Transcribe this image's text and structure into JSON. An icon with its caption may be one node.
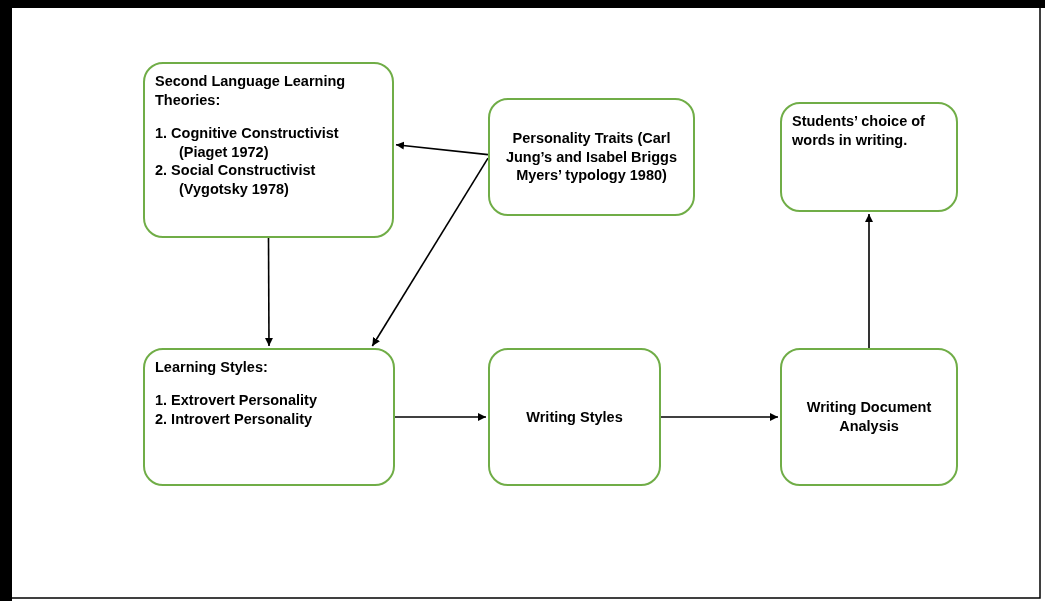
{
  "diagram": {
    "nodes": [
      {
        "text": [
          "Second Language Learning Theories:",
          "1. Cognitive Constructivist (Piaget 1972)",
          "2. Social Constructivist (Vygotsky 1978)"
        ]
      },
      {
        "text": [
          "Personality Traits (Carl Jung’s and Isabel Briggs Myers’ typology 1980)"
        ]
      },
      {
        "text": [
          "Students’ choice of words in writing."
        ]
      },
      {
        "text": [
          "Learning Styles:",
          "1. Extrovert Personality",
          "2. Introvert Personality"
        ]
      },
      {
        "text": [
          "Writing Styles"
        ]
      },
      {
        "text": [
          "Writing Document Analysis"
        ]
      }
    ],
    "edges": [
      {
        "from": 1,
        "to": 0,
        "arrow": "to"
      },
      {
        "from": 1,
        "to": 3,
        "arrow": "to"
      },
      {
        "from": 0,
        "to": 3,
        "arrow": "to"
      },
      {
        "from": 3,
        "to": 4,
        "arrow": "to"
      },
      {
        "from": 4,
        "to": 5,
        "arrow": "to"
      },
      {
        "from": 5,
        "to": 2,
        "arrow": "to"
      }
    ]
  }
}
